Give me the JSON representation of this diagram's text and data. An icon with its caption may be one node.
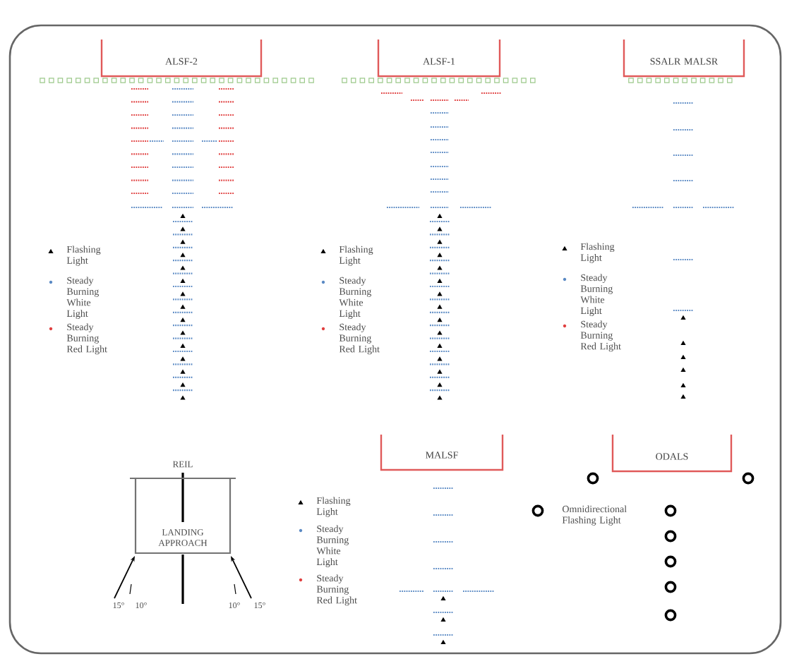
{
  "diagram": {
    "nodes": [
      {
        "text": [
          "ALSF-2"
        ]
      },
      {
        "text": [
          "ALSF-1"
        ]
      },
      {
        "text": [
          "SSALR MALSR"
        ]
      },
      {
        "text": [
          "REIL",
          "LANDING APPROACH"
        ]
      },
      {
        "text": [
          "MALSF"
        ]
      },
      {
        "text": [
          "ODALS"
        ]
      }
    ],
    "labels": [
      "15°",
      "10°",
      "10°",
      "15°"
    ],
    "legend": [
      {
        "text": "Flashing Light"
      },
      {
        "text": "Steady Burning White Light",
        "color": "#5b8ac4"
      },
      {
        "text": "Steady Burning Red Light",
        "color": "#e04040"
      },
      {
        "text": "Flashing Light"
      },
      {
        "text": "Steady Burning White Light",
        "color": "#5b8ac4"
      },
      {
        "text": "Steady Burning Red Light",
        "color": "#e04040"
      },
      {
        "text": "Flashing Light"
      },
      {
        "text": "Steady Burning White Light",
        "color": "#5b8ac4"
      },
      {
        "text": "Steady Burning Red Light",
        "color": "#e04040"
      },
      {
        "text": "Flashing Light"
      },
      {
        "text": "Steady Burning White Light",
        "color": "#5b8ac4"
      },
      {
        "text": "Steady Burning Red Light",
        "color": "#e04040"
      },
      {
        "text": "Omnidirectional Flashing Light"
      }
    ]
  }
}
